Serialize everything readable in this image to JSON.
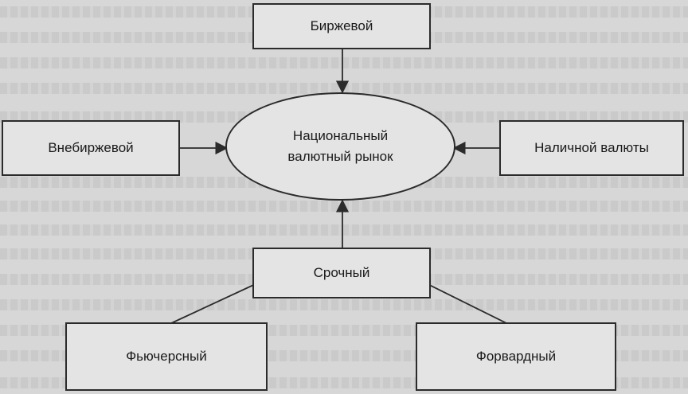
{
  "center": {
    "line1": "Национальный",
    "line2": "валютный рынок"
  },
  "nodes": {
    "top": "Биржевой",
    "left": "Внебиржевой",
    "right": "Наличной валюты",
    "middle": "Срочный",
    "bottom_left": "Фьючерсный",
    "bottom_right": "Форвардный"
  },
  "colors": {
    "background": "#d7d7d7",
    "box_fill": "#e4e4e4",
    "stroke": "#2b2b2b"
  }
}
